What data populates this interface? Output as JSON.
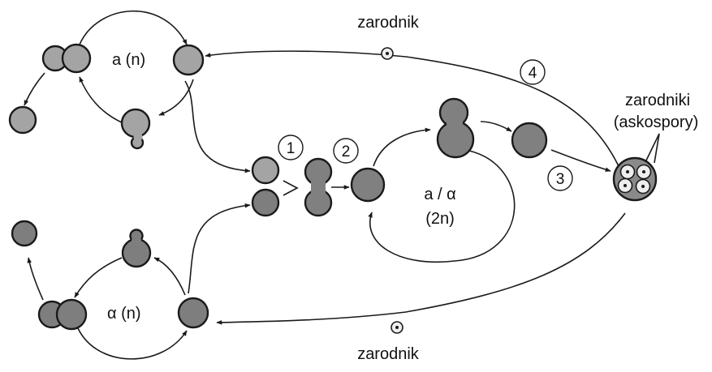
{
  "labels": {
    "haploid_a": "a (n)",
    "haploid_alpha": "α (n)",
    "diploid_line1": "a / α",
    "diploid_line2": "(2n)",
    "spore_top": "zarodnik",
    "spore_bottom": "zarodnik",
    "ascospores_line1": "zarodniki",
    "ascospores_line2": "(askospory)"
  },
  "steps": [
    "1",
    "2",
    "3",
    "4"
  ],
  "colors": {
    "haploid_a": "#a4a4a4",
    "haploid_alpha": "#7e7e7e",
    "diploid": "#808080",
    "outline": "#1a1a1a"
  }
}
